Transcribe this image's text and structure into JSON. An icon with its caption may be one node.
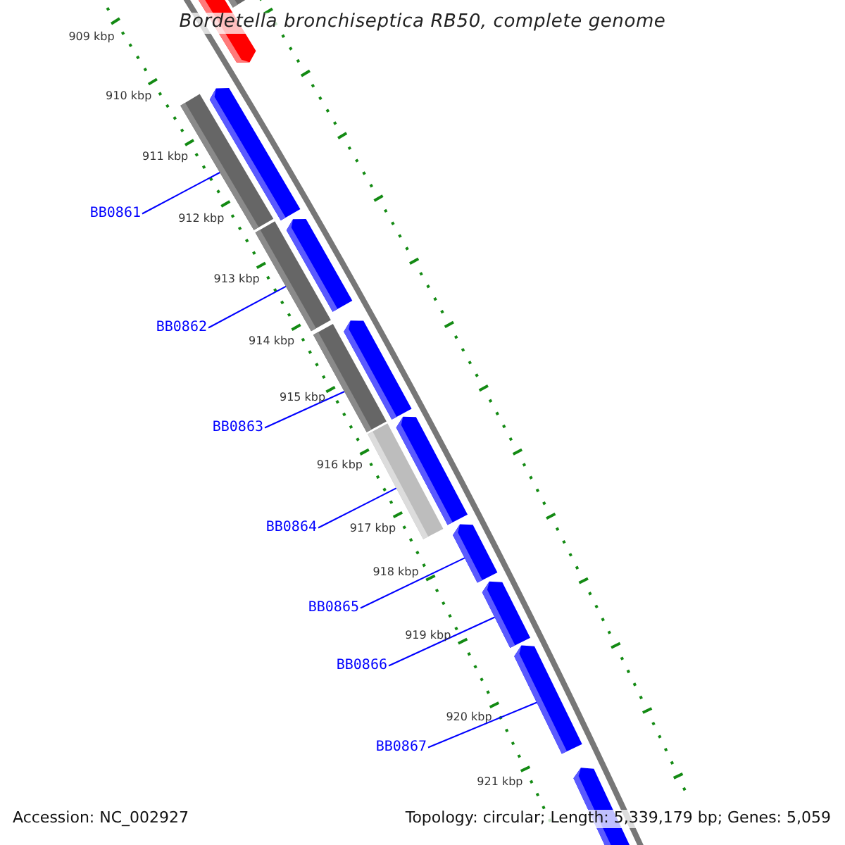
{
  "diagram": {
    "title": "Bordetella bronchiseptica RB50, complete genome",
    "nodes": [
      {
        "text": [
          "BB0861"
        ]
      },
      {
        "text": [
          "BB0862"
        ]
      },
      {
        "text": [
          "BB0863"
        ]
      },
      {
        "text": [
          "BB0864"
        ]
      },
      {
        "text": [
          "BB0865"
        ]
      },
      {
        "text": [
          "BB0866"
        ]
      },
      {
        "text": [
          "BB0867"
        ]
      },
      {
        "text": [],
        "shape": "pentagon"
      },
      {
        "text": [],
        "shape": "bar"
      },
      {
        "text": [],
        "shape": "bar"
      },
      {
        "text": [],
        "shape": "pentagon"
      },
      {
        "text": [],
        "shape": "bar"
      },
      {
        "text": [],
        "shape": "pentagon"
      },
      {
        "text": [],
        "shape": "bar"
      },
      {
        "text": [],
        "shape": "pentagon"
      },
      {
        "text": [],
        "shape": "bar"
      },
      {
        "text": [],
        "shape": "pentagon"
      },
      {
        "text": [],
        "shape": "pentagon"
      },
      {
        "text": [],
        "shape": "pentagon"
      },
      {
        "text": [],
        "shape": "pentagon"
      },
      {
        "text": [],
        "shape": "pentagon"
      }
    ],
    "edges": [
      {
        "from": 0,
        "to": 9,
        "arrow": "none"
      },
      {
        "from": 1,
        "to": 11,
        "arrow": "none"
      },
      {
        "from": 2,
        "to": 13,
        "arrow": "none"
      },
      {
        "from": 3,
        "to": 15,
        "arrow": "none"
      },
      {
        "from": 4,
        "to": 17,
        "arrow": "none"
      },
      {
        "from": 5,
        "to": 18,
        "arrow": "none"
      },
      {
        "from": 6,
        "to": 19,
        "arrow": "none"
      }
    ],
    "labels": [
      "909 kbp",
      "910 kbp",
      "911 kbp",
      "912 kbp",
      "913 kbp",
      "914 kbp",
      "915 kbp",
      "916 kbp",
      "917 kbp",
      "918 kbp",
      "919 kbp",
      "920 kbp",
      "921 kbp",
      "Accession: NC_002927",
      "Topology: circular; Length: 5,339,179 bp; Genes: 5,059"
    ]
  }
}
